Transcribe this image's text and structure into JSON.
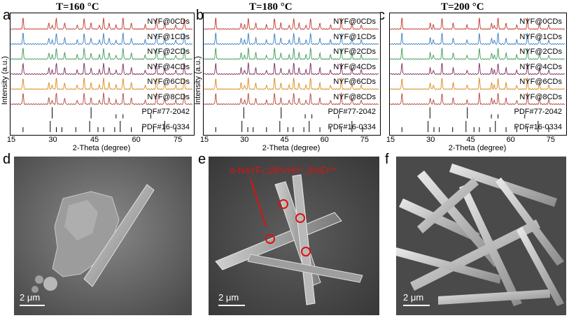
{
  "panels": {
    "a": {
      "letter": "a",
      "title": "T=160 °C"
    },
    "b": {
      "letter": "b",
      "title": "T=180 °C"
    },
    "c": {
      "letter": "c",
      "title": "T=200 °C"
    },
    "d": {
      "letter": "d"
    },
    "e": {
      "letter": "e"
    },
    "f": {
      "letter": "f"
    }
  },
  "xrd": {
    "ylabel": "Intensity (a.u.)",
    "xlabel": "2-Theta (degree)",
    "xticks": [
      "15",
      "30",
      "45",
      "60",
      "75"
    ],
    "sample_labels": [
      "NYF@0CDs",
      "NYF@1CDs",
      "NYF@2CDs",
      "NYF@4CDs",
      "NYF@6CDs",
      "NYF@8CDs"
    ],
    "reference_labels": [
      "PDF#77-2042",
      "PDF#16-0334"
    ],
    "series_colors": [
      "#c0392b",
      "#3b7dbf",
      "#3f9a57",
      "#7d2f5a",
      "#d98a1e",
      "#b04a3e"
    ]
  },
  "sem": {
    "scale_d": "2 μm",
    "scale_e": "2 μm",
    "scale_f": "2 μm",
    "phase_label_e": "α-NaYF₄:18%Yb³⁺,2%Er³⁺"
  },
  "chart_data": [
    {
      "type": "line",
      "title": "T=160 °C",
      "xlabel": "2-Theta (degree)",
      "ylabel": "Intensity (a.u.)",
      "xlim": [
        15,
        80
      ],
      "series": [
        {
          "name": "NYF@0CDs"
        },
        {
          "name": "NYF@1CDs"
        },
        {
          "name": "NYF@2CDs"
        },
        {
          "name": "NYF@4CDs"
        },
        {
          "name": "NYF@6CDs"
        },
        {
          "name": "NYF@8CDs"
        },
        {
          "name": "PDF#77-2042"
        },
        {
          "name": "PDF#16-0334"
        }
      ]
    },
    {
      "type": "line",
      "title": "T=180 °C",
      "xlabel": "2-Theta (degree)",
      "ylabel": "Intensity (a.u.)",
      "xlim": [
        15,
        80
      ],
      "series": [
        {
          "name": "NYF@0CDs"
        },
        {
          "name": "NYF@1CDs"
        },
        {
          "name": "NYF@2CDs"
        },
        {
          "name": "NYF@4CDs"
        },
        {
          "name": "NYF@6CDs"
        },
        {
          "name": "NYF@8CDs"
        },
        {
          "name": "PDF#77-2042"
        },
        {
          "name": "PDF#16-0334"
        }
      ]
    },
    {
      "type": "line",
      "title": "T=200 °C",
      "xlabel": "2-Theta (degree)",
      "ylabel": "Intensity (a.u.)",
      "xlim": [
        15,
        80
      ],
      "series": [
        {
          "name": "NYF@0CDs"
        },
        {
          "name": "NYF@1CDs"
        },
        {
          "name": "NYF@2CDs"
        },
        {
          "name": "NYF@4CDs"
        },
        {
          "name": "NYF@6CDs"
        },
        {
          "name": "NYF@8CDs"
        },
        {
          "name": "PDF#77-2042"
        },
        {
          "name": "PDF#16-0334"
        }
      ]
    }
  ]
}
